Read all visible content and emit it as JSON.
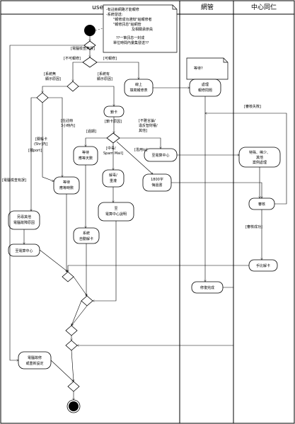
{
  "lanes": [
    "user",
    "網管",
    "中心同仁"
  ],
  "note": [
    "-有註冊網路才能報修",
    "-系統發送:",
    "\"報修成功通知\"給報修者",
    "\"報修訊息\"給網管",
    "及相關承辦員",
    "",
    "??一筆訊息一封成",
    "單位時間內彙集發送??"
  ],
  "waiting_note": "等待?",
  "guards": {
    "g_check": "[電腦檢查無誤]",
    "g_not_fix": "[不可報修]",
    "g_can_fix": "[可報修]",
    "g_no_reason": [
      "[系統無",
      "顯示原因]"
    ],
    "g_has_reason": [
      "[系統有",
      "顯示原因]"
    ],
    "g_blocked_card": [
      "[關帳卡",
      "(5hr)內]"
    ],
    "g_trouble": [
      "[在註冊",
      "3小時內]"
    ],
    "g_expired": "[過期]",
    "g_port": "[擋port]",
    "g_pc_issue": "[電腦檢查有誤]",
    "g_card_reason": "[鎖卡原因]",
    "g_virus": [
      "[中毒/",
      "Spam Mail]"
    ],
    "g_abuse": "[濫用ip]",
    "g_other": [
      "[不雅言論/",
      "違反智財權/",
      "其他]"
    ],
    "g_review_fail": "[審核失敗]",
    "g_review_ok": "[審核成功]"
  },
  "nodes": {
    "online_fix": [
      "線上",
      "填寫報修表"
    ],
    "handle_fix": [
      "處理",
      "報修問題"
    ],
    "lock_card": "鎖卡",
    "wait_days": [
      "等待",
      "應等天數"
    ],
    "wait_hours": [
      "等待",
      "應等時數"
    ],
    "unlock_re": [
      "解毒/",
      "重灌"
    ],
    "to_center": [
      "至電算中心"
    ],
    "special_case": [
      "特殊、稀少、",
      "其他",
      "案例處理"
    ],
    "letter_1800": [
      "1800字",
      "悔過書"
    ],
    "review": "審核",
    "other_reason": [
      "另尋其他",
      "電腦故障原因"
    ],
    "sys_unlock": [
      "系統",
      "自動解卡"
    ],
    "to_center_explain": [
      "至",
      "電算中心說明"
    ],
    "to_center_2": "至電算中心",
    "manual_unlock": "手比解卡",
    "repair_done": "修復完成",
    "pc_setting": [
      "電腦故修",
      "或重新設定"
    ]
  }
}
